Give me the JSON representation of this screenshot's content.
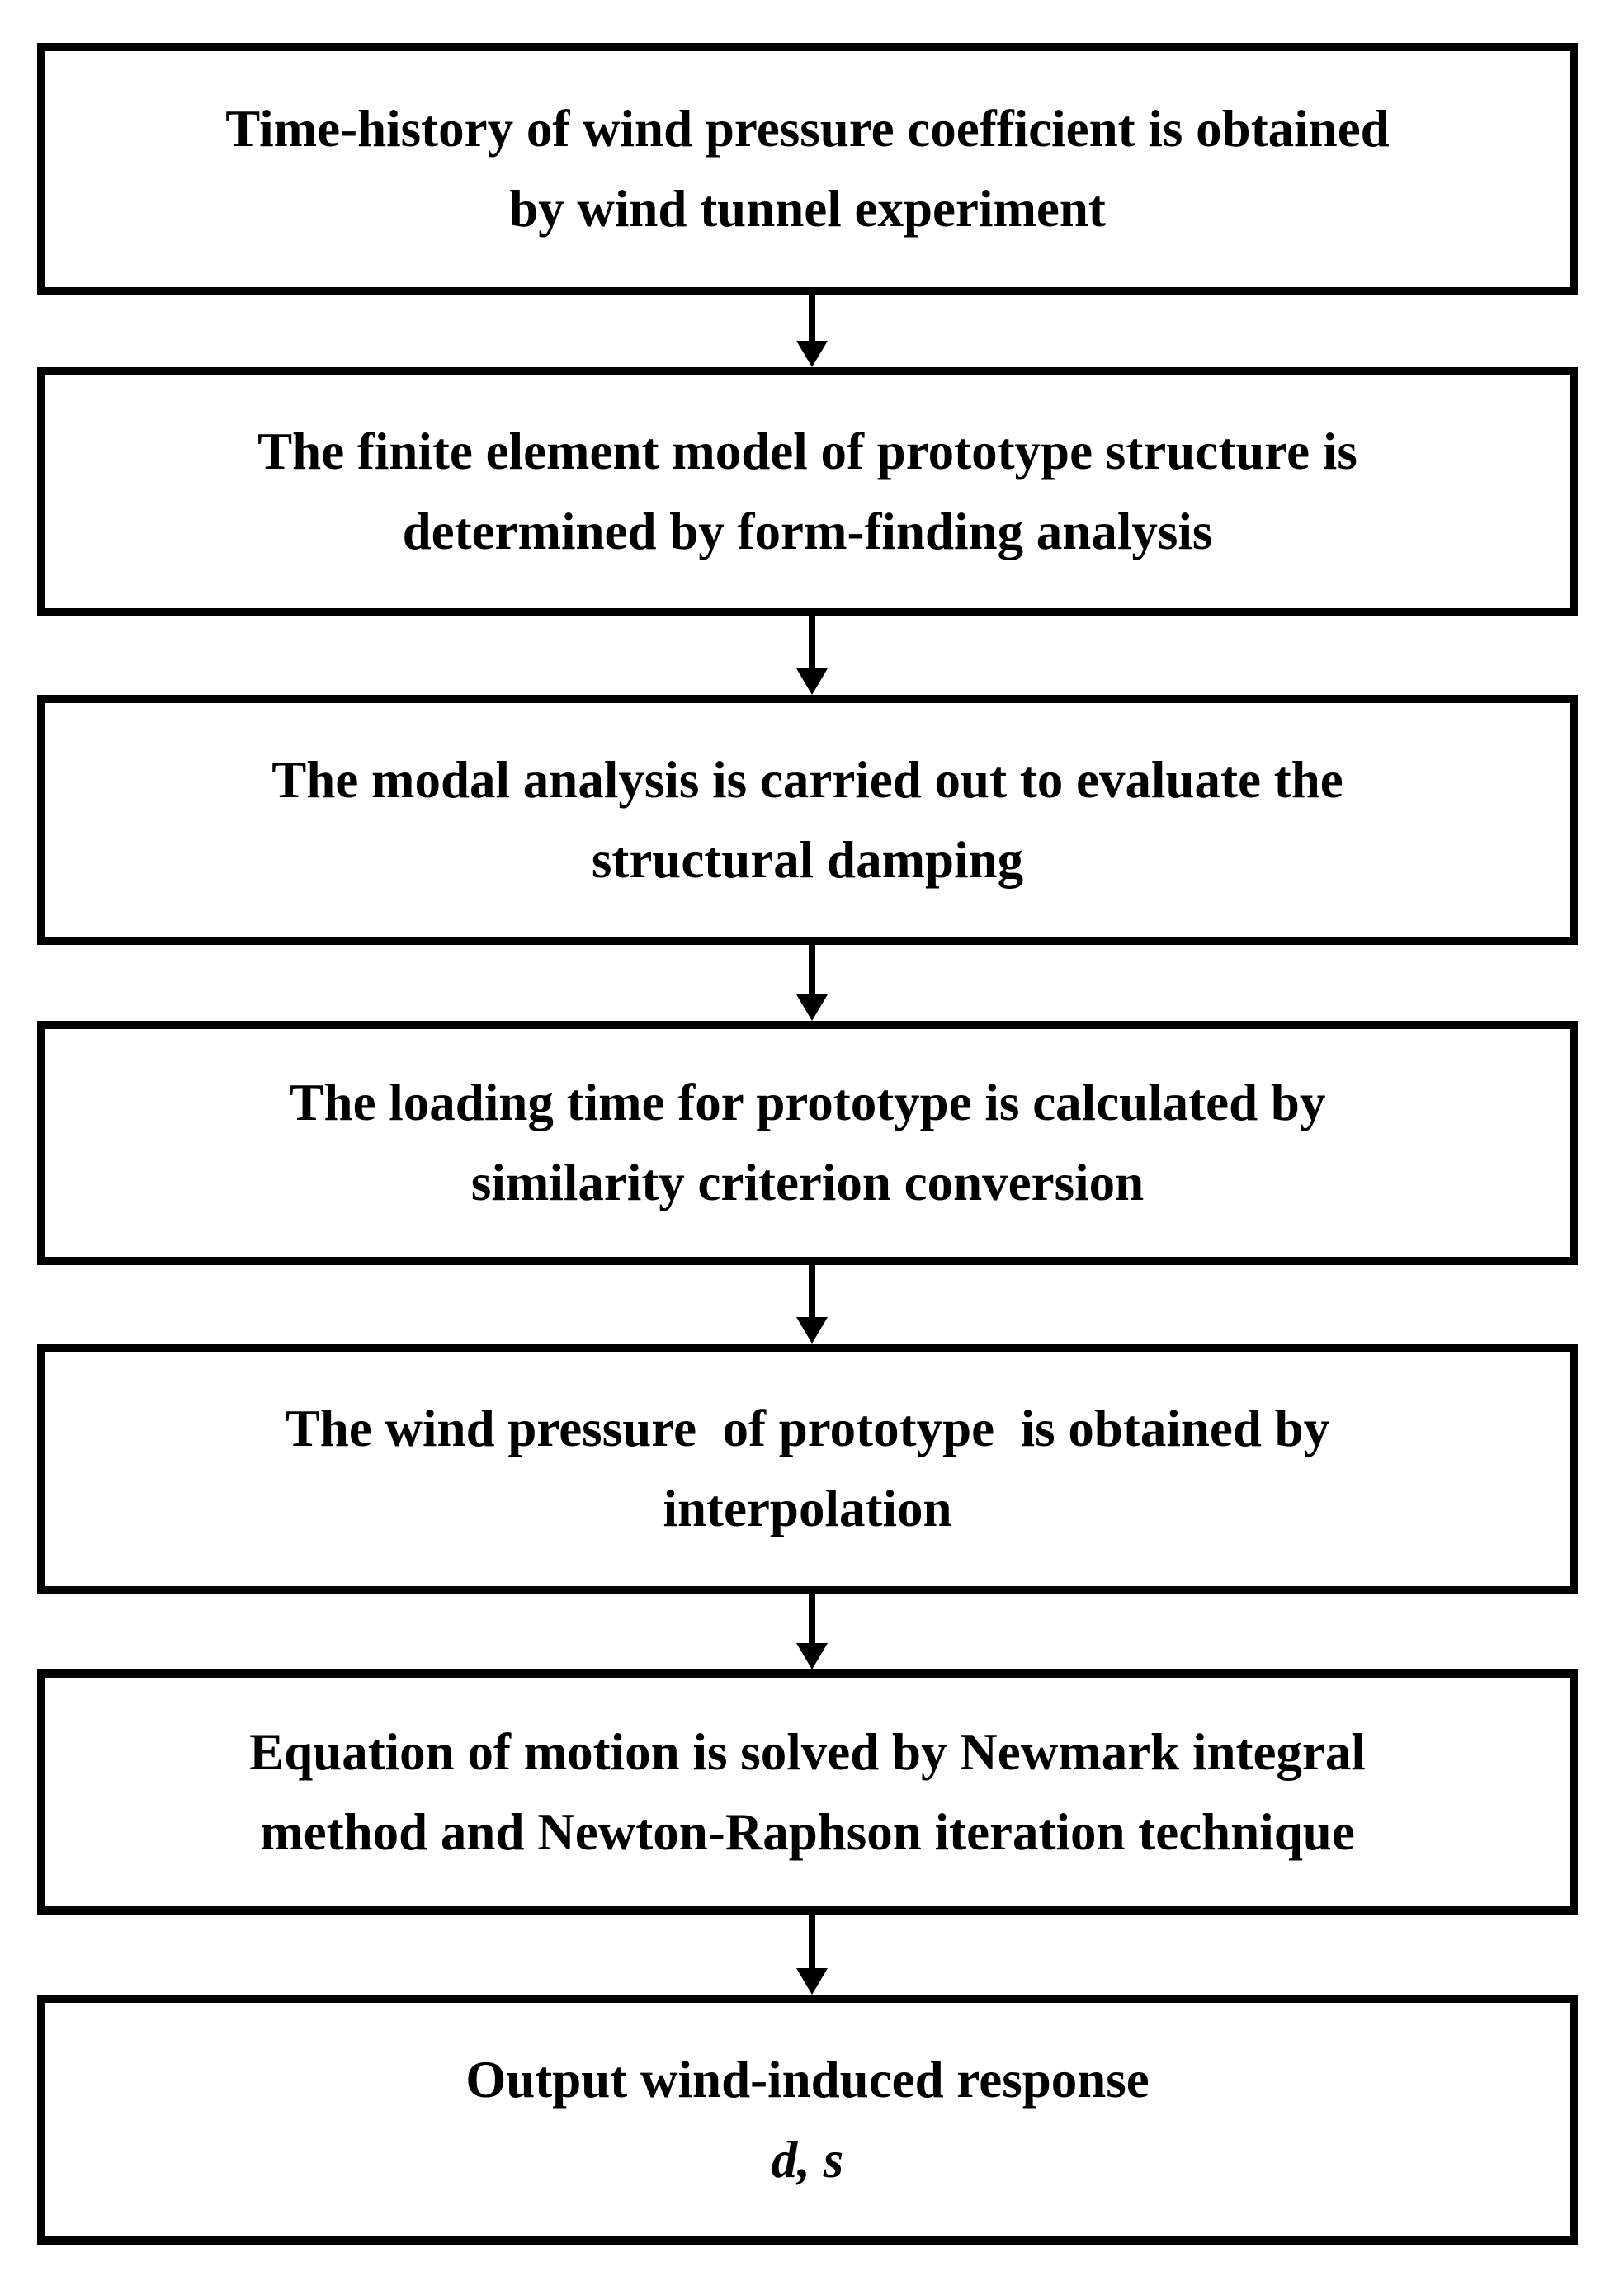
{
  "colors": {
    "ink": "#000000",
    "paper": "#ffffff"
  },
  "flowchart": {
    "steps": [
      {
        "line1": "Time-history of wind pressure coefficient is obtained",
        "line2": "by wind tunnel experiment"
      },
      {
        "line1": "The finite element model of prototype structure is",
        "line2": "determined by form-finding analysis"
      },
      {
        "line1": "The modal analysis is carried out to evaluate the",
        "line2": "structural damping"
      },
      {
        "line1": "The loading time for prototype is calculated by",
        "line2": "similarity criterion conversion"
      },
      {
        "line1": "The wind pressure  of prototype  is obtained by",
        "line2": "interpolation"
      },
      {
        "line1": "Equation of motion is solved by Newmark integral",
        "line2": "method and Newton-Raphson iteration technique"
      },
      {
        "line1": "Output wind-induced response",
        "line2": "d, s"
      }
    ]
  }
}
